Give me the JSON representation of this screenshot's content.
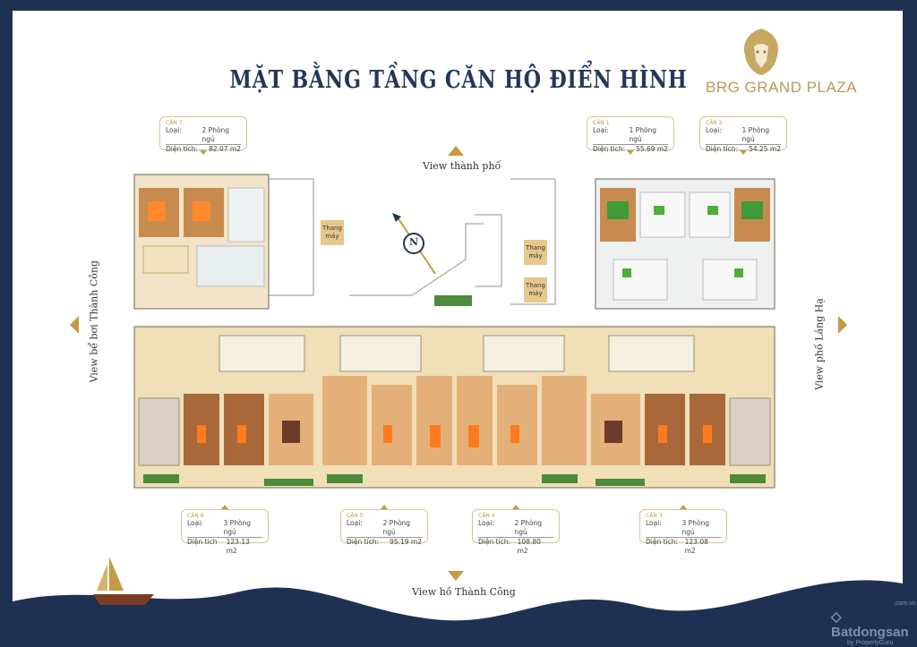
{
  "title": "MẶT BẰNG TẦNG CĂN HỘ ĐIỂN HÌNH",
  "brand": {
    "name": "BRG GRAND PLAZA",
    "color": "#b79a5a"
  },
  "frame_color": "#1f3153",
  "accent_color": "#c49a45",
  "views": {
    "top": "View thành phố",
    "bottom": "View hồ Thành Công",
    "left": "View bể bơi Thành Công",
    "right": "View phố Láng Hạ"
  },
  "elevator_label": "Thang máy",
  "compass_label": "N",
  "units": [
    {
      "name": "CĂN 7",
      "type_label": "Loại:",
      "type": "2 Phòng ngủ",
      "area_label": "Diện tích:",
      "area": "82.07 m2"
    },
    {
      "name": "CĂN 1",
      "type_label": "Loại:",
      "type": "1 Phòng ngủ",
      "area_label": "Diện tích:",
      "area": "55.69 m2"
    },
    {
      "name": "CĂN 2",
      "type_label": "Loại:",
      "type": "1 Phòng ngủ",
      "area_label": "Diện tích:",
      "area": "54.25 m2"
    },
    {
      "name": "CĂN 6",
      "type_label": "Loại:",
      "type": "3 Phòng ngủ",
      "area_label": "Diện tích",
      "area": "123.13 m2"
    },
    {
      "name": "CĂN 5",
      "type_label": "Loại:",
      "type": "2 Phòng ngủ",
      "area_label": "Diện tích:",
      "area": "95.19 m2"
    },
    {
      "name": "CĂN 4",
      "type_label": "Loại:",
      "type": "2 Phòng ngủ",
      "area_label": "Diện tích:",
      "area": "108.80 m2"
    },
    {
      "name": "CĂN 3",
      "type_label": "Loại:",
      "type": "3 Phòng ngủ",
      "area_label": "Diện tích:",
      "area": "123.08 m2"
    }
  ],
  "watermark": {
    "name": "Batdongsan",
    "suffix": ".com.vn",
    "sub": "by PropertyGuru"
  }
}
